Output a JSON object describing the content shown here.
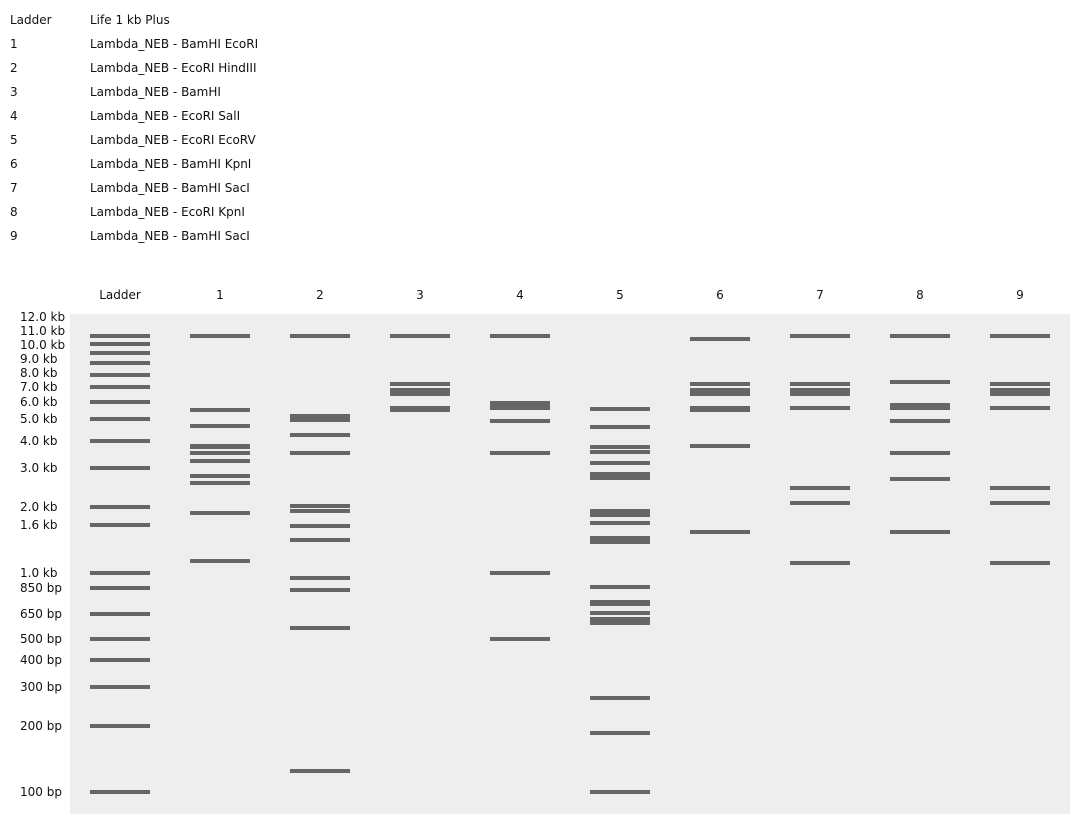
{
  "legend": [
    {
      "key": "Ladder",
      "value": "Life 1 kb Plus"
    },
    {
      "key": "1",
      "value": "Lambda_NEB - BamHI EcoRI"
    },
    {
      "key": "2",
      "value": "Lambda_NEB - EcoRI HindIII"
    },
    {
      "key": "3",
      "value": "Lambda_NEB - BamHI"
    },
    {
      "key": "4",
      "value": "Lambda_NEB - EcoRI SalI"
    },
    {
      "key": "5",
      "value": "Lambda_NEB - EcoRI EcoRV"
    },
    {
      "key": "6",
      "value": "Lambda_NEB - BamHI KpnI"
    },
    {
      "key": "7",
      "value": "Lambda_NEB - BamHI SacI"
    },
    {
      "key": "8",
      "value": "Lambda_NEB - EcoRI KpnI"
    },
    {
      "key": "9",
      "value": "Lambda_NEB - BamHI SacI"
    }
  ],
  "colors": {
    "gel": "#eeeeee",
    "band": "#666666"
  },
  "ladder": [
    {
      "size": 12000,
      "label": "12.0 kb"
    },
    {
      "size": 11000,
      "label": "11.0 kb"
    },
    {
      "size": 10000,
      "label": "10.0 kb"
    },
    {
      "size": 9000,
      "label": "9.0 kb"
    },
    {
      "size": 8000,
      "label": "8.0 kb"
    },
    {
      "size": 7000,
      "label": "7.0 kb"
    },
    {
      "size": 6000,
      "label": "6.0 kb"
    },
    {
      "size": 5000,
      "label": "5.0 kb"
    },
    {
      "size": 4000,
      "label": "4.0 kb"
    },
    {
      "size": 3000,
      "label": "3.0 kb"
    },
    {
      "size": 2000,
      "label": "2.0 kb"
    },
    {
      "size": 1600,
      "label": "1.6 kb"
    },
    {
      "size": 1000,
      "label": "1.0 kb"
    },
    {
      "size": 850,
      "label": "850 bp"
    },
    {
      "size": 650,
      "label": "650 bp"
    },
    {
      "size": 500,
      "label": "500 bp"
    },
    {
      "size": 400,
      "label": "400 bp"
    },
    {
      "size": 300,
      "label": "300 bp"
    },
    {
      "size": 200,
      "label": "200 bp"
    },
    {
      "size": 100,
      "label": "100 bp"
    }
  ],
  "lanes": [
    {
      "header": "Ladder",
      "bands_bp": [
        12000,
        11000,
        10000,
        9000,
        8000,
        7000,
        6000,
        5000,
        4000,
        3000,
        2000,
        1600,
        1000,
        850,
        650,
        500,
        400,
        300,
        200,
        100
      ]
    },
    {
      "header": "1",
      "bands_bp": [
        15721,
        5505,
        4669,
        3775,
        3758,
        3530,
        3240,
        2752,
        2564,
        1868,
        1120
      ]
    },
    {
      "header": "2",
      "bands_bp": [
        21226,
        5148,
        4973,
        4268,
        3530,
        2027,
        1904,
        1584,
        1375,
        947,
        831,
        564,
        125
      ]
    },
    {
      "header": "3",
      "bands_bp": [
        16841,
        7233,
        6770,
        6527,
        5626,
        5505
      ]
    },
    {
      "header": "4",
      "bands_bp": [
        21226,
        5924,
        5804,
        5643,
        4878,
        3530,
        998,
        499
      ]
    },
    {
      "header": "5",
      "bands_bp": [
        5570,
        4610,
        3755,
        3555,
        3170,
        2820,
        2700,
        1905,
        1810,
        1640,
        1410,
        1355,
        860,
        735,
        720,
        655,
        617,
        591,
        268,
        186,
        100
      ]
    },
    {
      "header": "6",
      "bands_bp": [
        11552,
        7233,
        6770,
        6527,
        5626,
        5505,
        3790,
        1499
      ]
    },
    {
      "header": "7",
      "bands_bp": [
        16841,
        7233,
        6770,
        6527,
        5626,
        2426,
        2095,
        1105
      ]
    },
    {
      "header": "8",
      "bands_bp": [
        17057,
        7421,
        5804,
        5643,
        4878,
        3530,
        2670,
        1499
      ]
    },
    {
      "header": "9",
      "bands_bp": [
        16841,
        7233,
        6770,
        6527,
        5626,
        2426,
        2095,
        1105
      ]
    }
  ]
}
